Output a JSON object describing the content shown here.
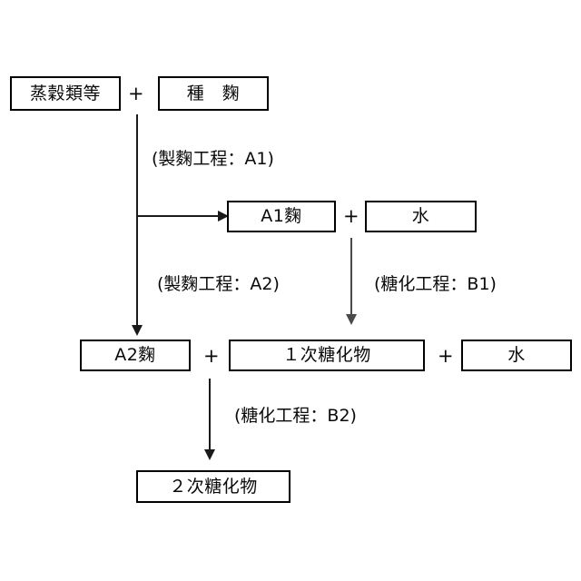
{
  "diagram": {
    "title": "",
    "background_color": "#ffffff",
    "line_color": "#1a1a1a",
    "text_color": "#0a0a0a",
    "nodes": [
      {
        "id": "steamed-grain",
        "label": "蒸穀類等"
      },
      {
        "id": "seed-koji",
        "label": "種　麴"
      },
      {
        "id": "a1-koji",
        "label": "A1麴"
      },
      {
        "id": "water-1",
        "label": "水"
      },
      {
        "id": "a2-koji",
        "label": "A2麴"
      },
      {
        "id": "first-saccharified",
        "label": "１次糖化物"
      },
      {
        "id": "water-2",
        "label": "水"
      },
      {
        "id": "second-saccharified",
        "label": "２次糖化物"
      }
    ],
    "operators": [
      {
        "id": "plus-1",
        "symbol": "+"
      },
      {
        "id": "plus-2",
        "symbol": "+"
      },
      {
        "id": "plus-3",
        "symbol": "+"
      },
      {
        "id": "plus-4",
        "symbol": "+"
      }
    ],
    "edge_labels": [
      {
        "id": "koji-process-a1",
        "text": "(製麴工程：A1)"
      },
      {
        "id": "koji-process-a2",
        "text": "(製麴工程：A2)"
      },
      {
        "id": "saccharification-b1",
        "text": "(糖化工程：B1)"
      },
      {
        "id": "saccharification-b2",
        "text": "(糖化工程：B2)"
      }
    ]
  }
}
